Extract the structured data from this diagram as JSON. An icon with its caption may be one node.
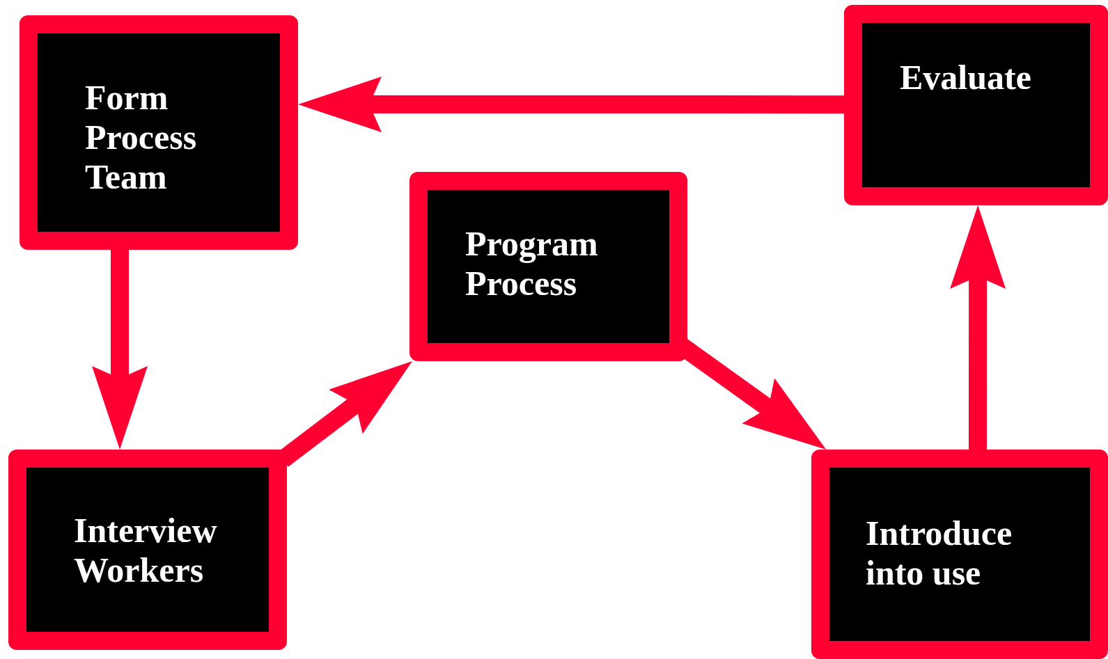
{
  "diagram": {
    "nodes": [
      {
        "text": [
          "Form Process Team"
        ]
      },
      {
        "text": [
          "Evaluate"
        ]
      },
      {
        "text": [
          "Program Process"
        ]
      },
      {
        "text": [
          "Interview Workers"
        ]
      },
      {
        "text": [
          "Introduce into use"
        ]
      }
    ],
    "edges": [
      {
        "from": 1,
        "to": 0,
        "arrow": "to"
      },
      {
        "from": 0,
        "to": 3,
        "arrow": "to"
      },
      {
        "from": 3,
        "to": 2,
        "arrow": "to"
      },
      {
        "from": 2,
        "to": 4,
        "arrow": "to"
      },
      {
        "from": 4,
        "to": 1,
        "arrow": "to"
      }
    ]
  }
}
